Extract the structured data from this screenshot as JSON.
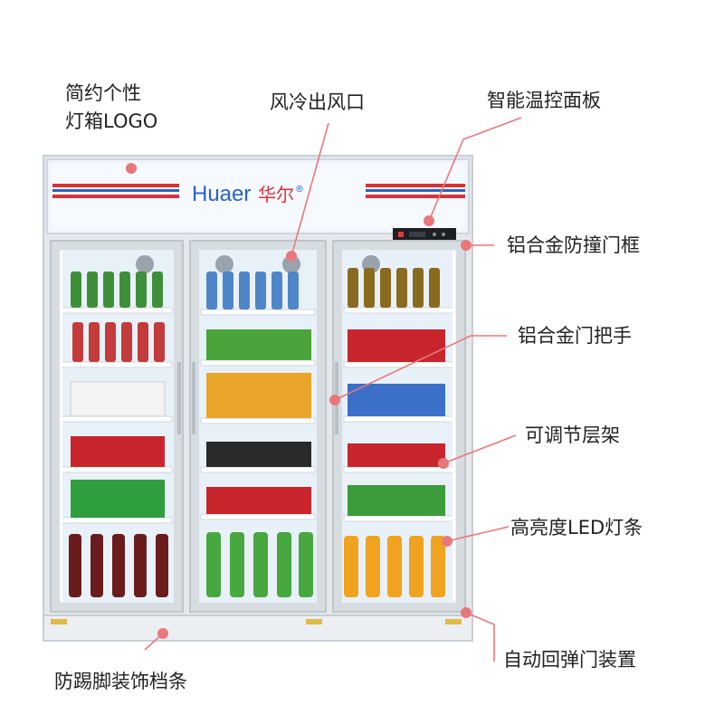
{
  "product": {
    "brand_latin": "Huaer",
    "brand_cn": "华尔",
    "registered_mark": "®"
  },
  "colors": {
    "callout_line": "#e8787c",
    "callout_dot": "#e8787c",
    "brand_blue": "#2a63c4",
    "stripe_red": "#d8323a",
    "frame": "#d9dde2",
    "glass": "#e9f1f8"
  },
  "callouts": [
    {
      "id": "lightbox",
      "lines": [
        "简约个性",
        "灯箱LOGO"
      ]
    },
    {
      "id": "air-outlet",
      "lines": [
        "风冷出风口"
      ]
    },
    {
      "id": "temp-panel",
      "lines": [
        "智能温控面板"
      ]
    },
    {
      "id": "door-frame",
      "lines": [
        "铝合金防撞门框"
      ]
    },
    {
      "id": "door-handle",
      "lines": [
        "铝合金门把手"
      ]
    },
    {
      "id": "shelves",
      "lines": [
        "可调节层架"
      ]
    },
    {
      "id": "led-strip",
      "lines": [
        "高亮度LED灯条"
      ]
    },
    {
      "id": "door-closer",
      "lines": [
        "自动回弹门装置"
      ]
    },
    {
      "id": "kick-plate",
      "lines": [
        "防踢脚装饰档条"
      ]
    }
  ]
}
